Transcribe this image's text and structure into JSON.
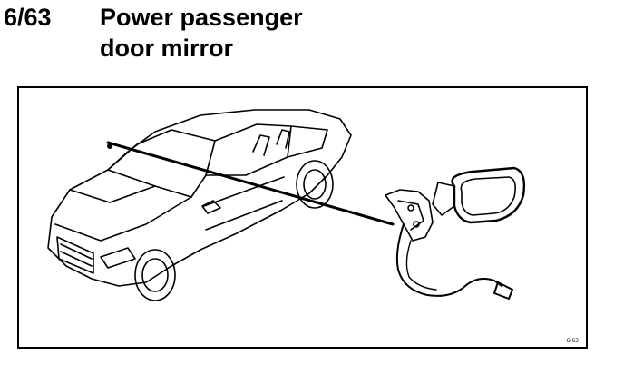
{
  "header": {
    "number": "6/63",
    "title_line1": "Power passenger",
    "title_line2": "door mirror"
  },
  "figure": {
    "illustration": "car-with-passenger-door-mirror-exploded",
    "code": "6-63"
  }
}
